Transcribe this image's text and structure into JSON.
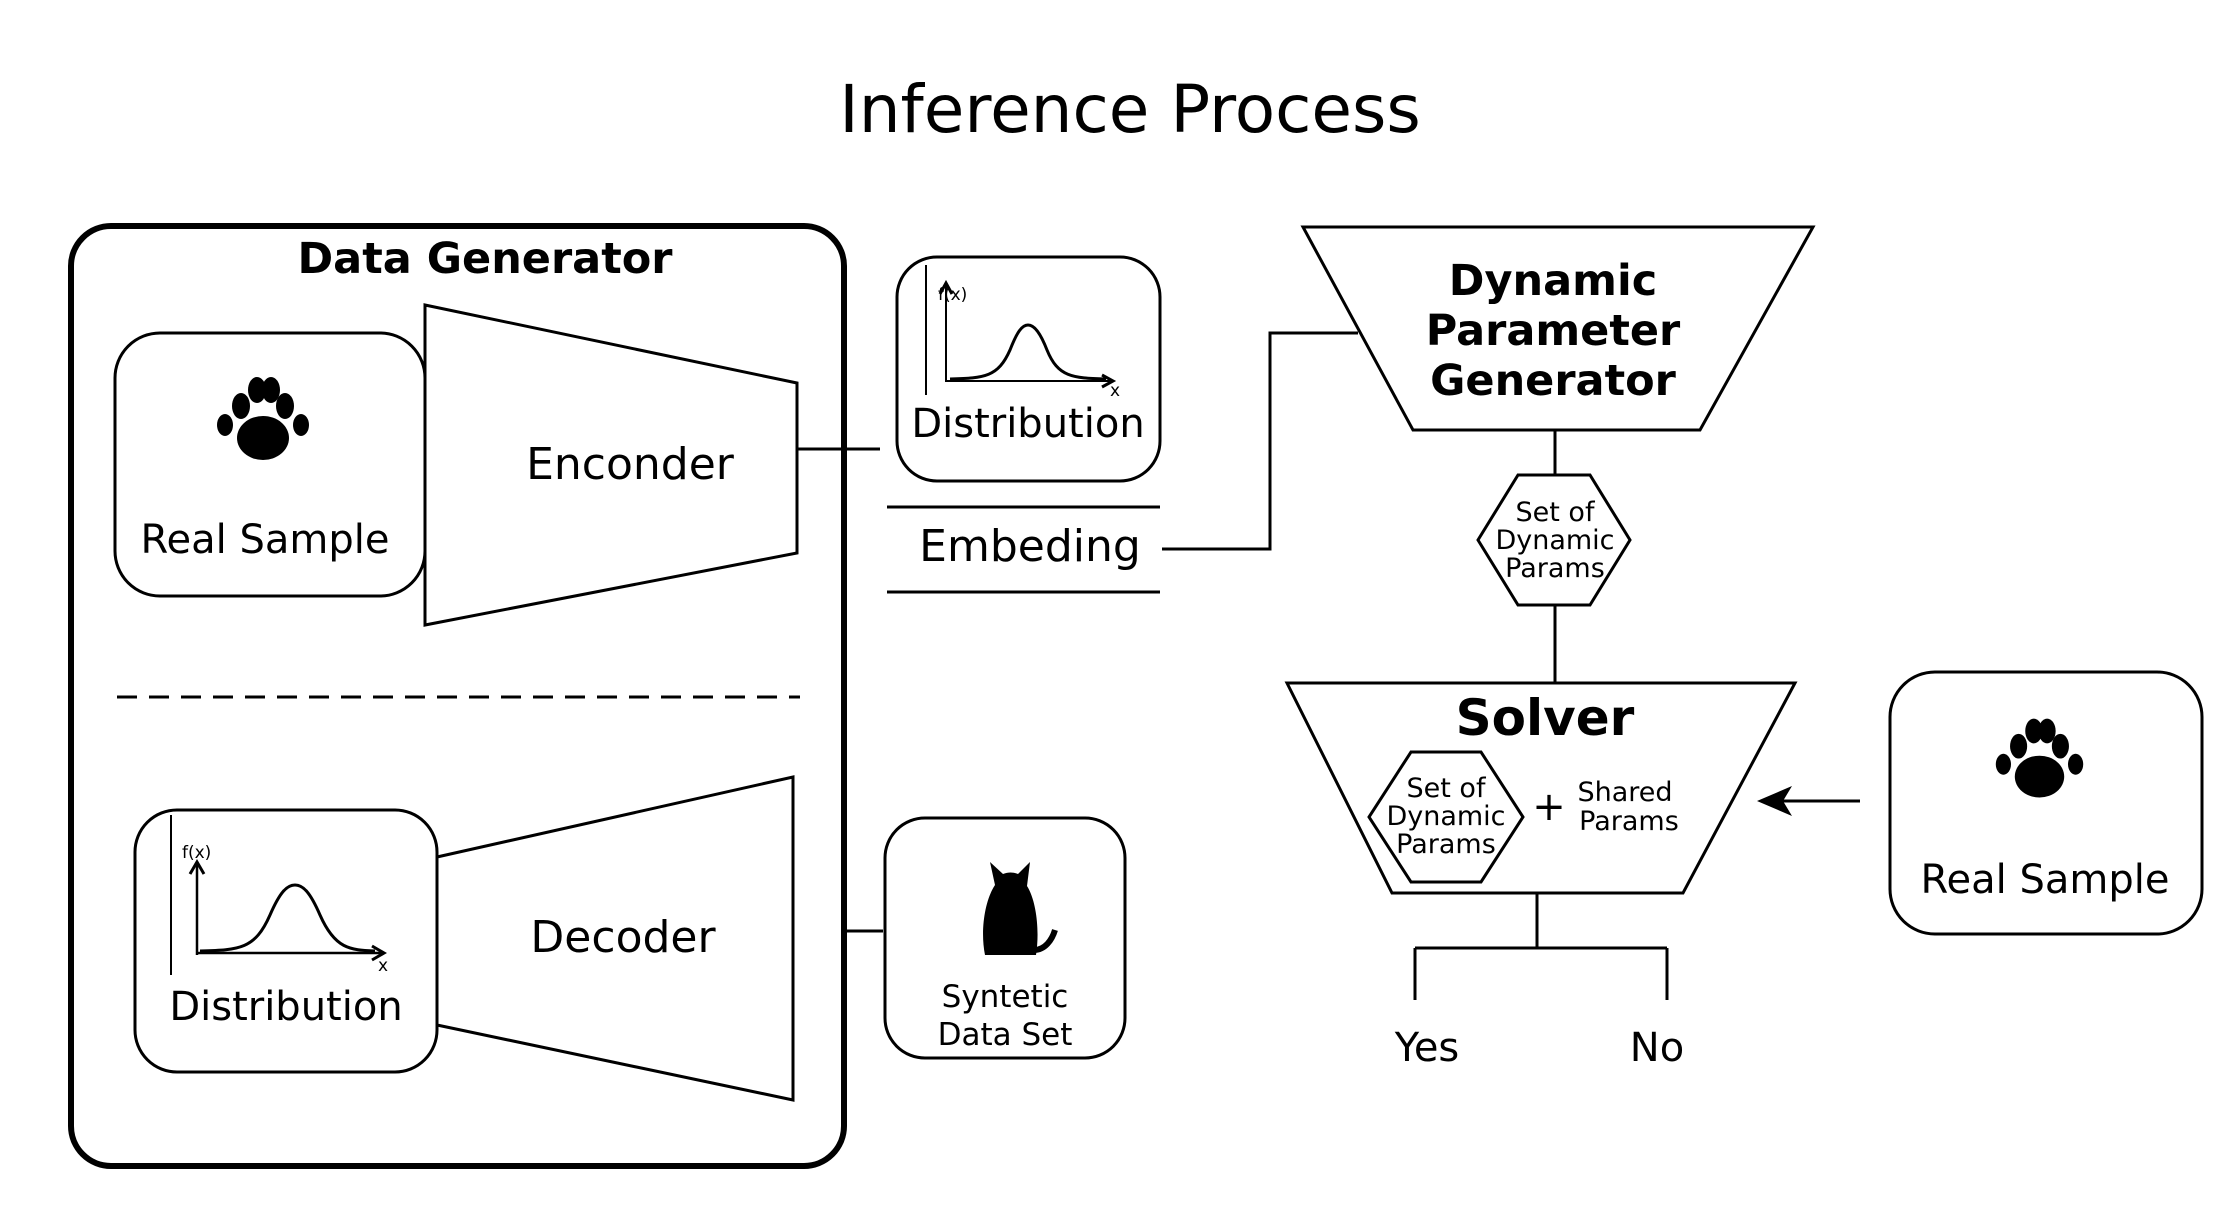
{
  "title": "Inference Process",
  "data_generator": {
    "label": "Data Generator",
    "real_sample": {
      "label": "Real Sample",
      "icon": "paw-icon"
    },
    "encoder": {
      "label": "Enconder"
    },
    "decoder": {
      "label": "Decoder"
    },
    "distribution": {
      "label": "Distribution",
      "y_axis": "f(x)",
      "x_axis": "x"
    }
  },
  "outputs": {
    "distribution": {
      "label": "Distribution",
      "y_axis": "f(x)",
      "x_axis": "x"
    },
    "embedding": {
      "label": "Embeding"
    },
    "synthetic": {
      "line1": "Syntetic",
      "line2": "Data Set",
      "icon": "cat-icon"
    }
  },
  "dpg": {
    "line1": "Dynamic",
    "line2": "Parameter",
    "line3": "Generator"
  },
  "dynamic_params": {
    "line1": "Set of",
    "line2": "Dynamic",
    "line3": "Params"
  },
  "solver": {
    "label": "Solver",
    "dynamic": {
      "line1": "Set of",
      "line2": "Dynamic",
      "line3": "Params"
    },
    "plus": "+",
    "shared": {
      "line1": "Shared",
      "line2": "Params"
    }
  },
  "right_sample": {
    "label": "Real Sample",
    "icon": "paw-icon"
  },
  "outcomes": {
    "yes": "Yes",
    "no": "No"
  }
}
